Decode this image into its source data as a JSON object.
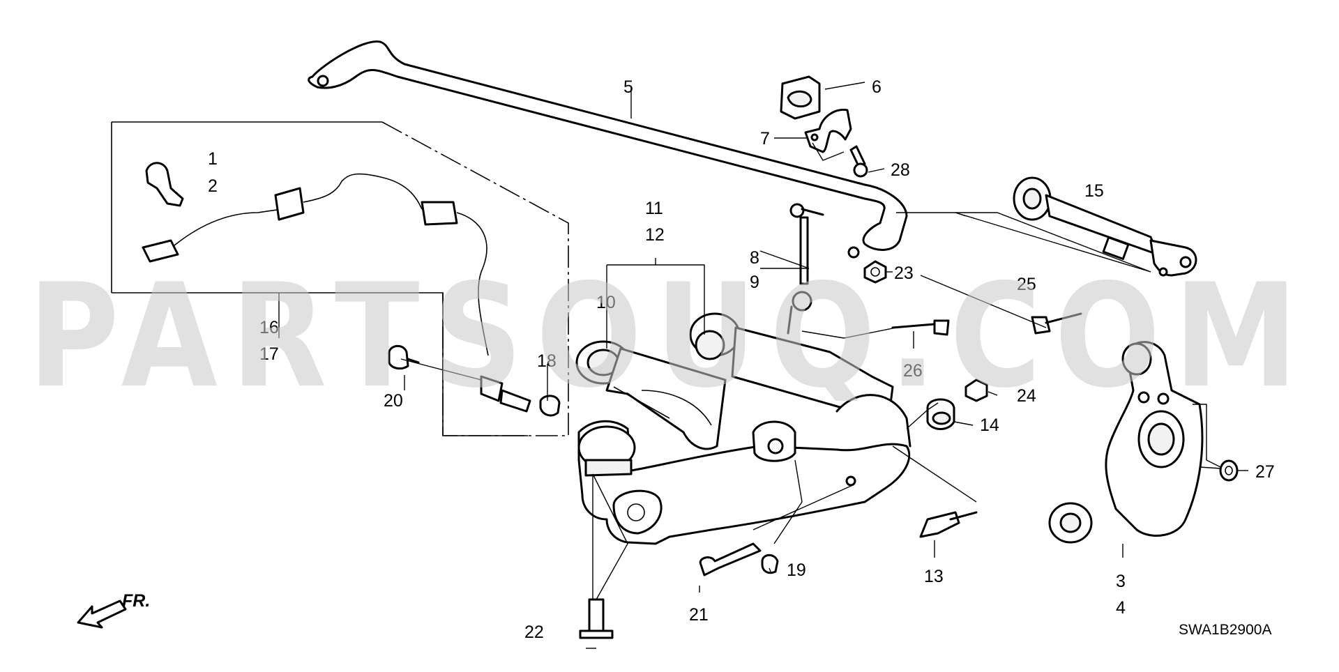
{
  "watermark": "PARTSOUQ.COM",
  "diagram_code": "SWA1B2900A",
  "direction_label": "FR.",
  "labels": [
    "1",
    "2",
    "3",
    "4",
    "5",
    "6",
    "7",
    "8",
    "9",
    "10",
    "11",
    "12",
    "13",
    "14",
    "15",
    "16",
    "17",
    "18",
    "19",
    "20",
    "21",
    "22",
    "23",
    "24",
    "25",
    "26",
    "27",
    "28"
  ],
  "colors": {
    "line": "#000000",
    "watermark": "#c9c9c9",
    "background": "#ffffff"
  }
}
